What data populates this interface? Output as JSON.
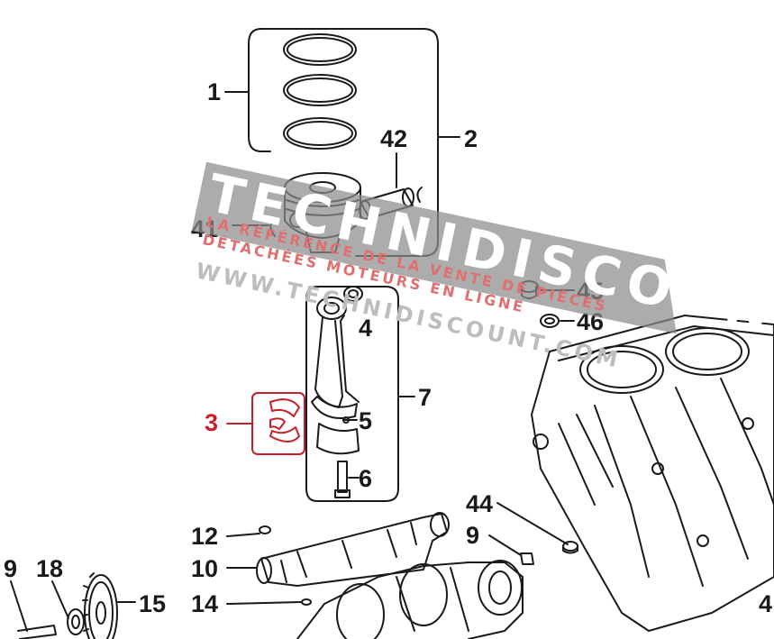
{
  "colors": {
    "line": "#1a1a1a",
    "highlight": "#c8202a",
    "watermark_band": "#8c8c8c",
    "watermark_text": "#ffffff",
    "watermark_sub": "#e07070",
    "watermark_url": "#bdbdbd"
  },
  "watermark": {
    "brand": "TECHNIDISCOUNT",
    "line1": "LA RÉFÉRENCE DE LA VENTE DE PIÈCES",
    "line2": "DÉTACHÉES MOTEURS EN LIGNE",
    "url": "WWW.TECHNIDISCOUNT.COM"
  },
  "labels": {
    "l1": "1",
    "l2": "2",
    "l42": "42",
    "l41": "41",
    "l45": "45",
    "l46": "46",
    "l4": "4",
    "l3": "3",
    "l5": "5",
    "l7": "7",
    "l6": "6",
    "l44": "44",
    "l9a": "9",
    "l12": "12",
    "l10": "10",
    "l9b": "9",
    "l18": "18",
    "l15": "15",
    "l14": "14",
    "l4b": "4"
  },
  "icons": {
    "rings": "piston-rings-icon",
    "piston": "piston-icon",
    "pin": "piston-pin-icon",
    "clip": "circlip-icon",
    "rod": "connecting-rod-icon",
    "bearing": "bearing-shell-icon",
    "block": "engine-block-icon",
    "camshaft": "camshaft-icon",
    "crankshaft": "crankshaft-icon",
    "gear": "gear-icon"
  }
}
